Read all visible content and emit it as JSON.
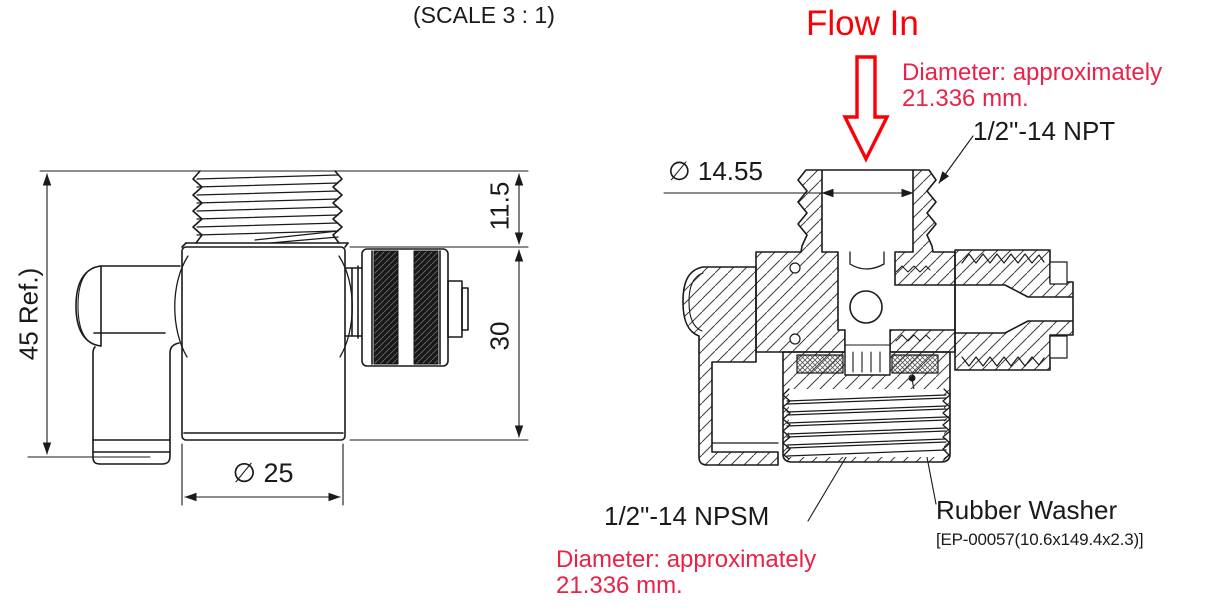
{
  "colors": {
    "line": "#1a1a1a",
    "flow_red": "#fb0107",
    "note_red": "#ea2148",
    "background": "#ffffff"
  },
  "scale_note": "(SCALE 3 : 1)",
  "flow": {
    "label": "Flow In"
  },
  "annotations": {
    "dia_top": {
      "line1": "Diameter: approximately",
      "line2": "21.336 mm."
    },
    "npt": "1/2\"-14 NPT",
    "dia_inlet": "∅ 14.55",
    "npsm": "1/2\"-14 NPSM",
    "dia_bottom": {
      "line1": "Diameter: approximately",
      "line2": "21.336 mm."
    },
    "rubber_washer": "Rubber Washer",
    "rubber_washer_part": "[EP-00057(10.6x149.4x2.3)]"
  },
  "dimensions": {
    "overall_height": "45 Ref.)",
    "thread_height": "11.5",
    "body_height": "30",
    "body_diameter": "∅ 25"
  }
}
